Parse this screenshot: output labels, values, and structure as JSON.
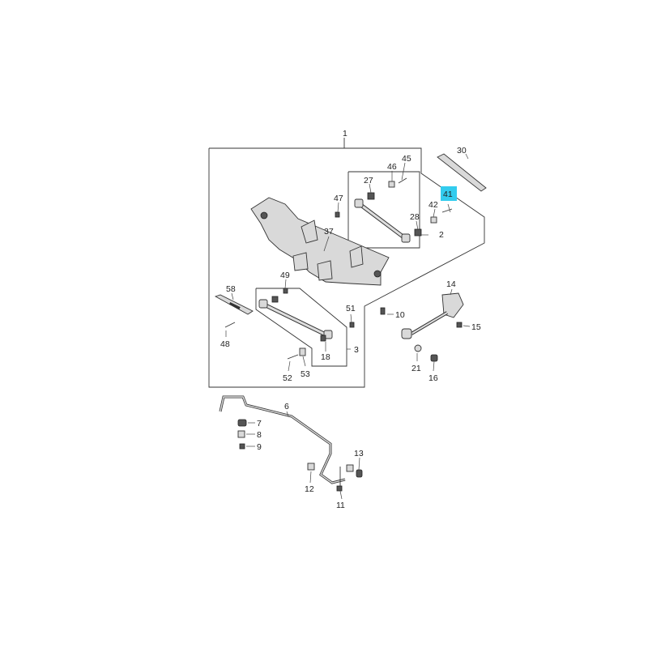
{
  "labels": {
    "l1": "1",
    "l2": "2",
    "l3": "3",
    "l6": "6",
    "l7": "7",
    "l8": "8",
    "l9": "9",
    "l10": "10",
    "l11": "11",
    "l12": "12",
    "l13": "13",
    "l14": "14",
    "l15": "15",
    "l16": "16",
    "l18": "18",
    "l21": "21",
    "l27": "27",
    "l28": "28",
    "l30": "30",
    "l37": "37",
    "l41": "41",
    "l42": "42",
    "l45": "45",
    "l46": "46",
    "l47": "47",
    "l48": "48",
    "l49": "49",
    "l51": "51",
    "l52": "52",
    "l53": "53",
    "l58": "58"
  },
  "highlight_color": "#33ccee",
  "highlighted_part": "41"
}
